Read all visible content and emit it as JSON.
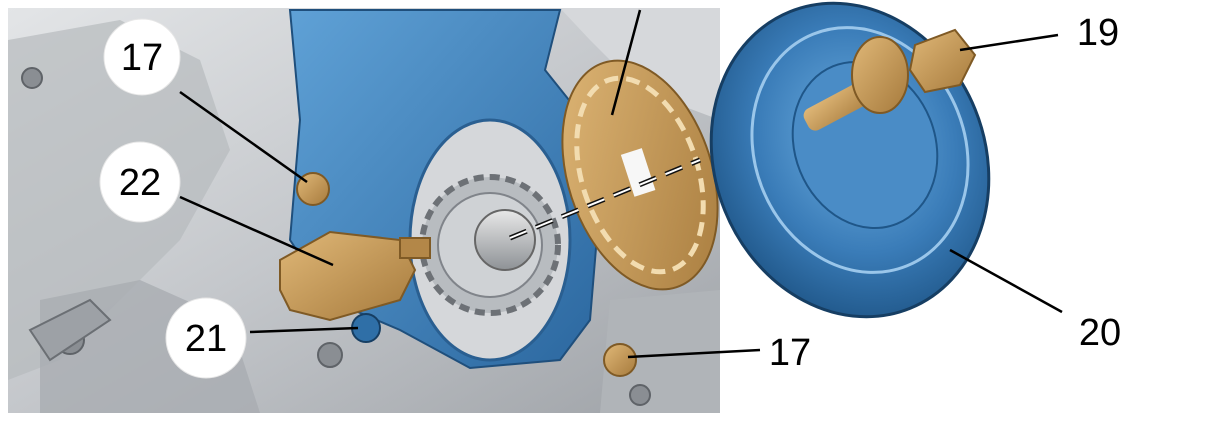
{
  "callouts": {
    "c17_top": "17",
    "c22": "22",
    "c21": "21",
    "c17_bottom": "17",
    "c19": "19",
    "c20": "20"
  },
  "colors": {
    "engine_gray": "#c9ccd0",
    "cover_blue": "#3f86c2",
    "pulley_blue": "#2f6fa7",
    "brass": "#c59a57"
  }
}
